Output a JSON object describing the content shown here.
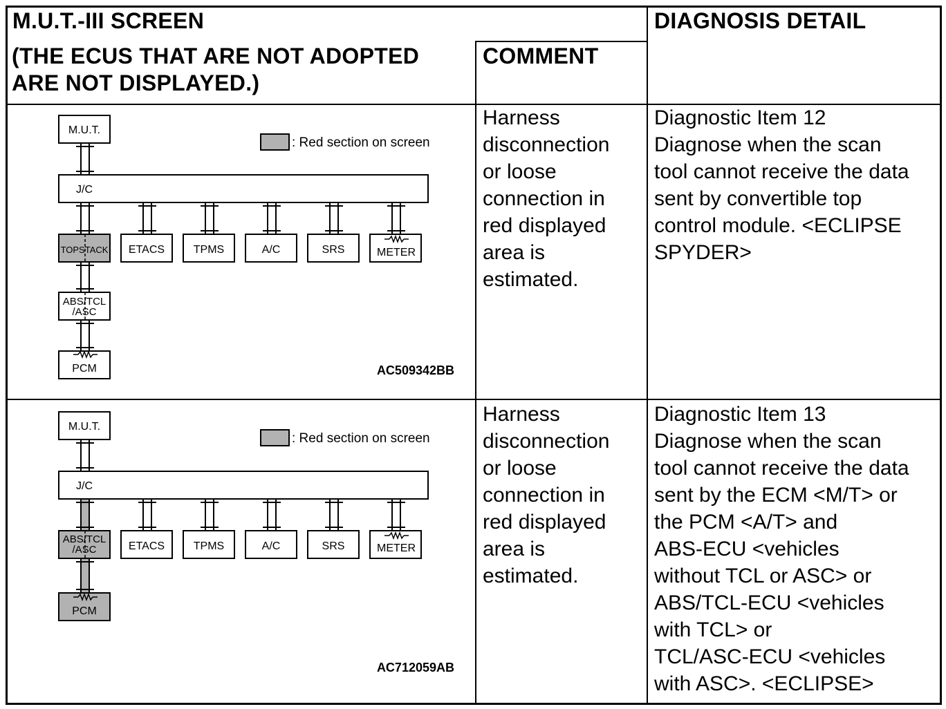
{
  "header": {
    "screen_title": "M.U.T.-III SCREEN",
    "screen_note_line1": "(THE ECUS THAT ARE NOT ADOPTED",
    "screen_note_line2": "ARE NOT DISPLAYED.)",
    "comment_title": "COMMENT",
    "detail_title": "DIAGNOSIS DETAIL"
  },
  "legend_text": ": Red section on screen",
  "colors": {
    "red_section_fill": "#b2b2b2",
    "line": "#000000",
    "background": "#ffffff"
  },
  "rows": [
    {
      "diagram": {
        "code": "AC509342BB",
        "mut": "M.U.T.",
        "jc": "J/C",
        "topstack": "TOPSTACK",
        "etacs": "ETACS",
        "tpms": "TPMS",
        "ac": "A/C",
        "srs": "SRS",
        "meter": "METER",
        "abs_line1": "ABS/TCL",
        "abs_line2": "/ASC",
        "pcm": "PCM"
      },
      "comment": "Harness\ndisconnection\nor loose\nconnection in\nred displayed\narea is\nestimated.",
      "detail": "Diagnostic Item 12\nDiagnose when the scan\ntool cannot receive the data\nsent by convertible top\ncontrol module. <ECLIPSE\nSPYDER>"
    },
    {
      "diagram": {
        "code": "AC712059AB",
        "mut": "M.U.T.",
        "jc": "J/C",
        "abs_line1": "ABS/TCL",
        "abs_line2": "/ASC",
        "etacs": "ETACS",
        "tpms": "TPMS",
        "ac": "A/C",
        "srs": "SRS",
        "meter": "METER",
        "pcm": "PCM"
      },
      "comment": "Harness\ndisconnection\nor loose\nconnection in\nred displayed\narea is\nestimated.",
      "detail": "Diagnostic Item 13\nDiagnose when the scan\ntool cannot receive the data\nsent by the ECM <M/T> or\nthe PCM <A/T> and\nABS-ECU <vehicles\nwithout TCL or ASC> or\nABS/TCL-ECU <vehicles\nwith TCL> or\nTCL/ASC-ECU <vehicles\nwith ASC>.  <ECLIPSE>"
    }
  ]
}
